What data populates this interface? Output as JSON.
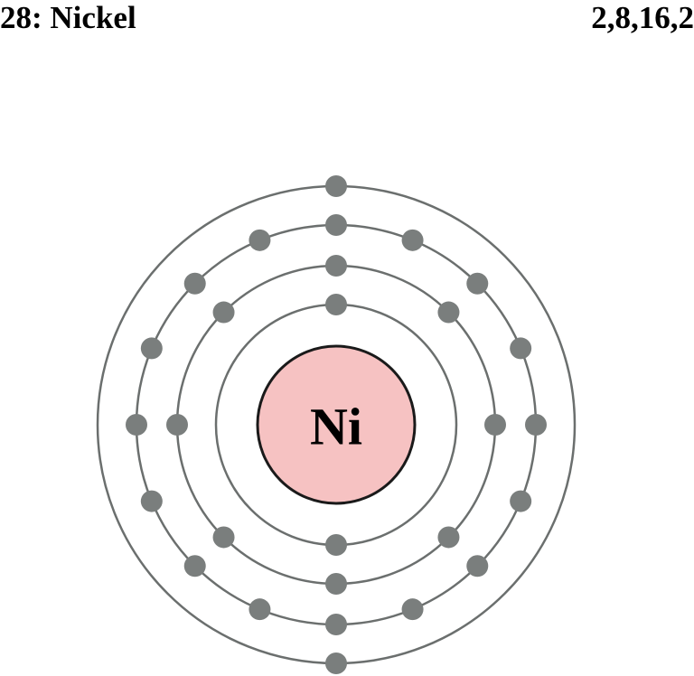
{
  "header": {
    "title": "28: Nickel",
    "configuration": "2,8,16,2"
  },
  "atom": {
    "symbol": "Ni",
    "shell_electrons": [
      2,
      8,
      16,
      2
    ]
  },
  "colors": {
    "nucleus_fill": "#f6c2c2",
    "nucleus_stroke": "#1a1a1a",
    "shell_stroke": "#6b6f6e",
    "electron_fill": "#7a7e7d",
    "text": "#000000"
  }
}
